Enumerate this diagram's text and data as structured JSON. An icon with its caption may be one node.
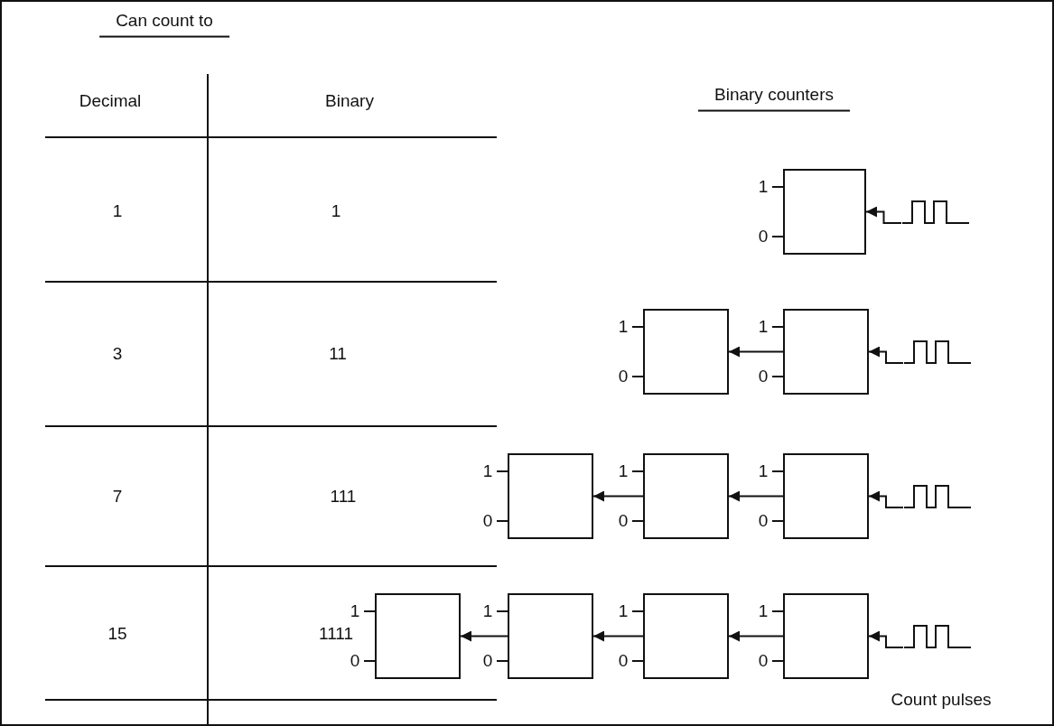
{
  "diagram": {
    "nodes": [
      {
        "text": [],
        "shape": "box",
        "beside": [
          "1",
          "0"
        ]
      },
      {
        "text": [],
        "shape": "picture"
      },
      {
        "text": [],
        "shape": "box",
        "beside": [
          "1",
          "0"
        ]
      },
      {
        "text": [],
        "shape": "box",
        "beside": [
          "1",
          "0"
        ]
      },
      {
        "text": [],
        "shape": "picture"
      },
      {
        "text": [],
        "shape": "box",
        "beside": [
          "1",
          "0"
        ]
      },
      {
        "text": [],
        "shape": "box",
        "beside": [
          "1",
          "0"
        ]
      },
      {
        "text": [],
        "shape": "box",
        "beside": [
          "1",
          "0"
        ]
      },
      {
        "text": [],
        "shape": "picture"
      },
      {
        "text": [],
        "shape": "box",
        "beside": [
          "1",
          "0"
        ]
      },
      {
        "text": [],
        "shape": "box",
        "beside": [
          "1",
          "0"
        ]
      },
      {
        "text": [],
        "shape": "box",
        "beside": [
          "1",
          "0"
        ]
      },
      {
        "text": [],
        "shape": "box",
        "beside": [
          "1",
          "0"
        ]
      },
      {
        "text": [],
        "shape": "picture"
      }
    ],
    "edges": [
      {
        "from": 1,
        "to": 0,
        "arrow": "to"
      },
      {
        "from": 4,
        "to": 3,
        "arrow": "to"
      },
      {
        "from": 3,
        "to": 2,
        "arrow": "to"
      },
      {
        "from": 8,
        "to": 7,
        "arrow": "to"
      },
      {
        "from": 7,
        "to": 6,
        "arrow": "to"
      },
      {
        "from": 6,
        "to": 5,
        "arrow": "to"
      },
      {
        "from": 13,
        "to": 12,
        "arrow": "to"
      },
      {
        "from": 12,
        "to": 11,
        "arrow": "to"
      },
      {
        "from": 11,
        "to": 10,
        "arrow": "to"
      },
      {
        "from": 10,
        "to": 9,
        "arrow": "to"
      }
    ],
    "labels": [
      "Can count to",
      "Decimal",
      "Binary",
      "Binary counters",
      "1",
      "1",
      "3",
      "11",
      "7",
      "111",
      "15",
      "1111",
      "Count pulses"
    ]
  }
}
